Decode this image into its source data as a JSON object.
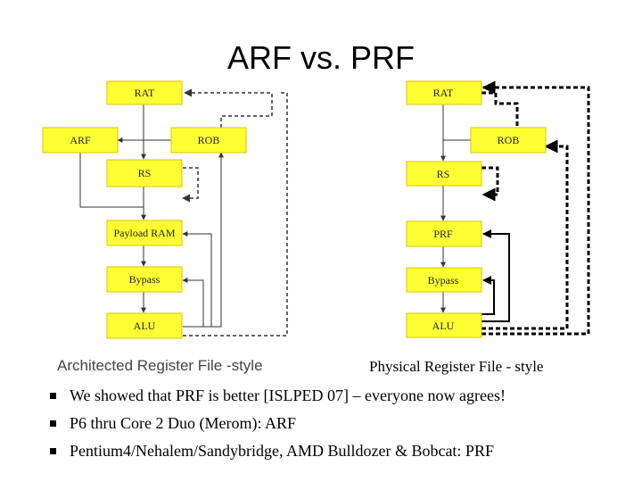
{
  "title": "ARF vs. PRF",
  "left_diagram": {
    "boxes": [
      "RAT",
      "ARF",
      "ROB",
      "RS",
      "Payload RAM",
      "Bypass",
      "ALU"
    ],
    "caption": "Architected Register File -style"
  },
  "right_diagram": {
    "boxes": [
      "RAT",
      "ROB",
      "RS",
      "PRF",
      "Bypass",
      "ALU"
    ],
    "caption": "Physical Register File - style"
  },
  "bullets": [
    "We showed that PRF is better [ISLPED 07] – everyone now agrees!",
    "P6 thru Core 2 Duo (Merom): ARF",
    "Pentium4/Nehalem/Sandybridge, AMD Bulldozer & Bobcat: PRF"
  ],
  "colors": {
    "box_fill": "#ffff33",
    "box_border": "#d9c400"
  }
}
